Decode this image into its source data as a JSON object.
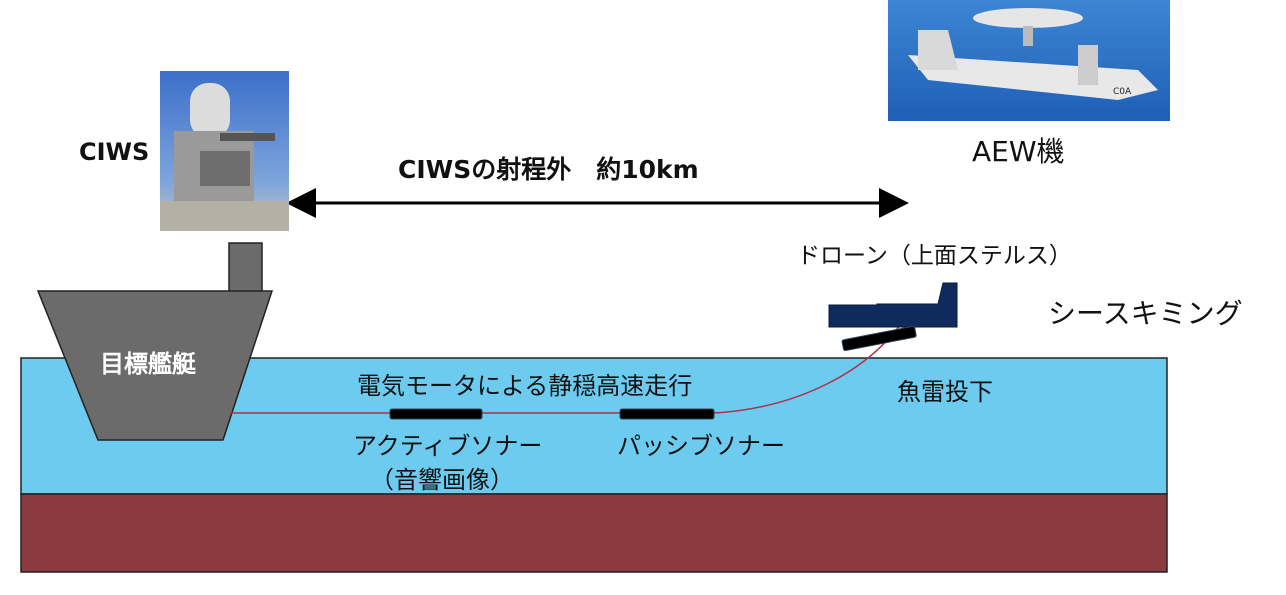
{
  "labels": {
    "ciws": "CIWS",
    "range": "CIWSの射程外　約10km",
    "aew": "AEW機",
    "drone": "ドローン（上面ステルス）",
    "sea_skimming": "シースキミング",
    "target_ship": "目標艦艇",
    "quiet_run": "電気モータによる静穏高速走行",
    "torpedo_drop": "魚雷投下",
    "active_sonar": "アクティブソナー",
    "active_sonar_sub": "（音響画像）",
    "passive_sonar": "パッシブソナー",
    "aew_tail_code": "C0A"
  },
  "colors": {
    "water": "#6ccbef",
    "seabed": "#8b3a40",
    "ship": "#6b6b6b",
    "drone": "#0f2a5c",
    "cable": "#b0304a"
  }
}
